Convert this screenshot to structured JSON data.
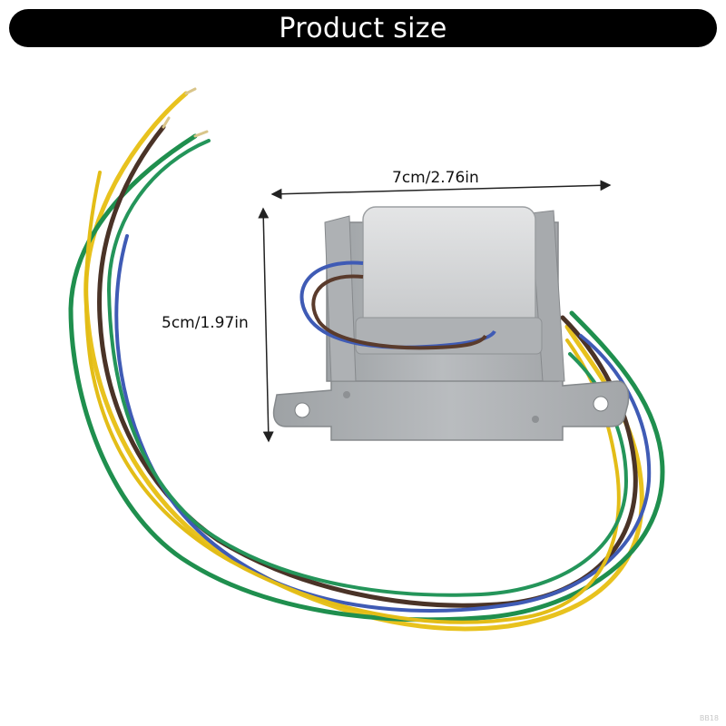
{
  "banner": {
    "title": "Product size"
  },
  "dimensions": {
    "width_label": "7cm/2.76in",
    "height_label": "5cm/1.97in"
  },
  "watermark": "BB18",
  "colors": {
    "banner_bg": "#000000",
    "wire_yellow": "#e8c21e",
    "wire_green": "#1f8f4e",
    "wire_brown": "#4a3327",
    "wire_blue": "#3f5bb5",
    "transformer_gray": "#b9bcbf"
  }
}
